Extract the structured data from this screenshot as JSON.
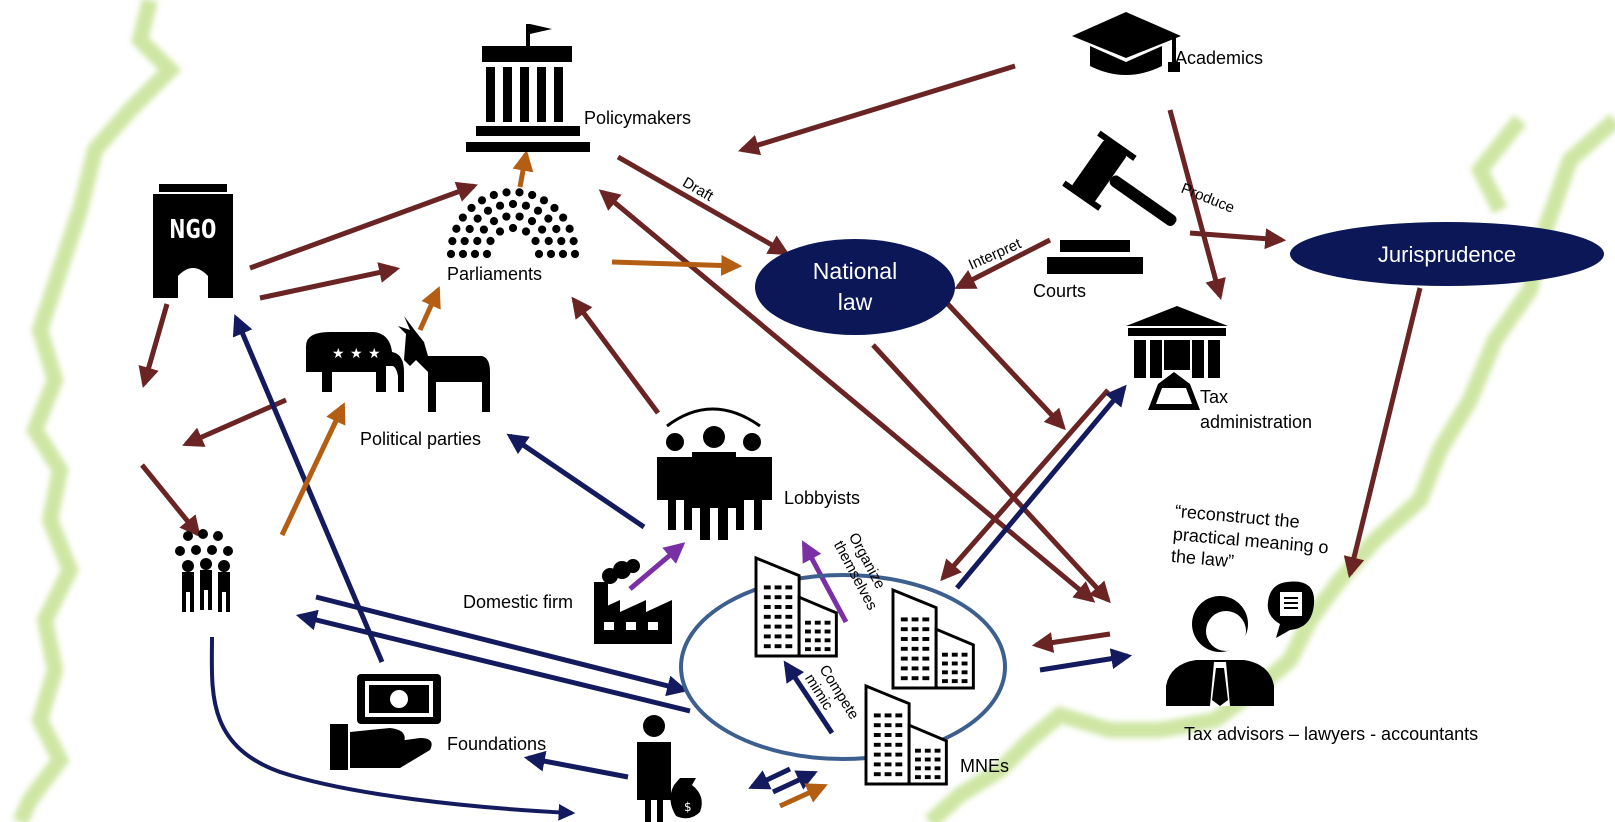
{
  "actors": {
    "academics": "Academics",
    "policymakers": "Policymakers",
    "parliaments": "Parliaments",
    "political_parties": "Political parties",
    "lobbyists": "Lobbyists",
    "domestic_firm": "Domestic firm",
    "foundations": "Foundations",
    "mnes": "MNEs",
    "courts": "Courts",
    "tax_administration_line1": "Tax",
    "tax_administration_line2": "administration",
    "tax_advisors": "Tax advisors – lawyers - accountants",
    "ngo": "NGO"
  },
  "nodes": {
    "national_law_line1": "National",
    "national_law_line2": "law",
    "jurisprudence": "Jurisprudence"
  },
  "edge_labels": {
    "draft": "Draft",
    "produce": "Produce",
    "interpret": "Interpret",
    "organize_themselves_line1": "Organize",
    "organize_themselves_line2": "themselves",
    "compete_mimic_line1": "Compete",
    "compete_mimic_line2": "mimic"
  },
  "quote": {
    "line1": "“reconstruct the",
    "line2": "practical meaning o",
    "line3": "the law”"
  },
  "colors": {
    "maroon": "#6b2424",
    "navy": "#141a5e",
    "orange": "#b35e12",
    "purple": "#7a2fa5",
    "ellipse_fill": "#0b1757",
    "circle_stroke": "#3d5f8f",
    "map_outline": "#c9e39a"
  },
  "icons": [
    "academic-cap-icon",
    "government-building-icon",
    "parliament-hemicycle-icon",
    "ngo-building-icon",
    "elephant-donkey-icon",
    "crowd-icon",
    "lobbyists-icon",
    "factory-icon",
    "money-hand-icon",
    "businessman-moneybag-icon",
    "skyscraper-icon",
    "gavel-icon",
    "tax-office-icon",
    "advisor-speech-icon"
  ]
}
